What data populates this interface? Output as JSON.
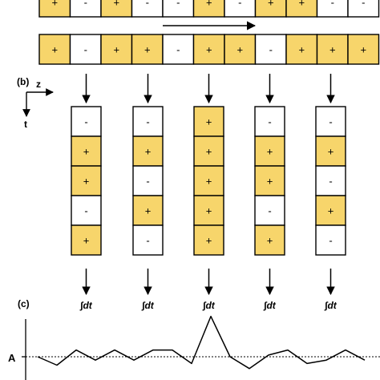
{
  "colors": {
    "plus_fill": "#F7D56B",
    "minus_fill": "#FFFFFF",
    "border": "#000000",
    "background": "#FFFFFF"
  },
  "top_rows": [
    [
      "+",
      "-",
      "+",
      "-",
      "-",
      "+",
      "-",
      "+",
      "+",
      "-",
      "-"
    ],
    [
      "+",
      "-",
      "+",
      "+",
      "-",
      "+",
      "+",
      "-",
      "+",
      "+",
      "+"
    ]
  ],
  "panel_b": {
    "label": "(b)",
    "axis_z": "z",
    "axis_t": "t",
    "columns": [
      [
        "-",
        "+",
        "+",
        "-",
        "+"
      ],
      [
        "-",
        "+",
        "-",
        "+",
        "-"
      ],
      [
        "+",
        "+",
        "+",
        "+",
        "+"
      ],
      [
        "-",
        "+",
        "+",
        "-",
        "+"
      ],
      [
        "-",
        "+",
        "-",
        "+",
        "-"
      ]
    ],
    "integral_label": "∫dt"
  },
  "panel_c": {
    "label": "(c)",
    "level_label": "A",
    "signal": [
      0,
      -2.5,
      2,
      -1,
      2,
      -1,
      2,
      2,
      -2,
      12,
      0,
      -3.5,
      0.5,
      2,
      -2,
      -1,
      2,
      -1
    ]
  }
}
